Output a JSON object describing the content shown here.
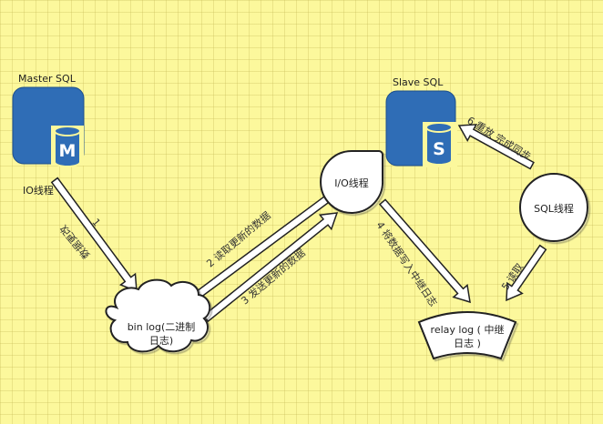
{
  "title": "MySQL master-slave replication flow",
  "colors": {
    "background": "#fcf89c",
    "db_blue": "#2f6db6",
    "node_fill": "#ffffff",
    "outline": "#222222"
  },
  "nodes": {
    "master": {
      "label": "Master SQL",
      "badge": "M",
      "icon": "database-server-icon"
    },
    "master_thread": {
      "label": "IO线程"
    },
    "binlog": {
      "label_line1": "bin log(二进制",
      "label_line2": "日志)"
    },
    "io_thread": {
      "label": "I/O线程"
    },
    "slave": {
      "label": "Slave SQL",
      "badge": "S",
      "icon": "database-server-icon"
    },
    "sql_thread": {
      "label": "SQL线程"
    },
    "relaylog": {
      "label_line1": "relay log ( 中继",
      "label_line2": "日志 )"
    }
  },
  "edges": [
    {
      "id": "step1",
      "step": "1",
      "text": "数据更改",
      "from": "master",
      "to": "binlog"
    },
    {
      "id": "step2",
      "step": "2",
      "text": "读取更新的数据",
      "from": "io_thread",
      "to": "binlog"
    },
    {
      "id": "step3",
      "step": "3",
      "text": "发送更新的数据",
      "from": "binlog",
      "to": "io_thread"
    },
    {
      "id": "step4",
      "step": "4",
      "text": "将数据写入中继日志",
      "from": "io_thread",
      "to": "relaylog"
    },
    {
      "id": "step5",
      "step": "5",
      "text": "读取",
      "from": "sql_thread",
      "to": "relaylog"
    },
    {
      "id": "step6",
      "step": "6",
      "text": "重放 完成同步",
      "from": "sql_thread",
      "to": "slave"
    }
  ],
  "edge_labels": {
    "step1_num": "1",
    "step1_text": "数据更改",
    "step2": "2  读取更新的数据",
    "step3": "3  发送更新的数据",
    "step4": "4 将数据写入中继日志",
    "step5": "5 读取",
    "step6": "6 重放 完成同步"
  }
}
